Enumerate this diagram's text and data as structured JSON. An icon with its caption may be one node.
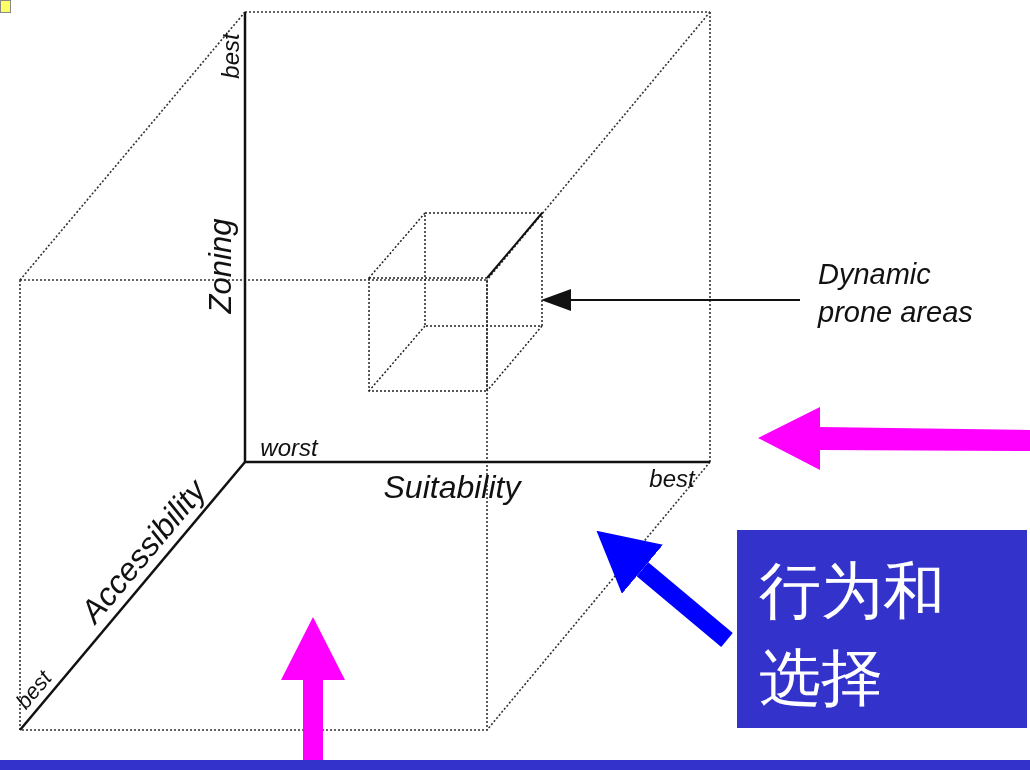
{
  "diagram": {
    "nodes": [
      {
        "text": [
          "Dynamic prone areas"
        ]
      },
      {
        "text": [],
        "shape": "box"
      },
      {
        "text": [
          "行为和选择"
        ]
      }
    ],
    "edges": [
      {
        "from": 0,
        "to": 1,
        "arrow": "to"
      },
      {
        "from": 2,
        "to": null,
        "arrow": "to",
        "style": "thick",
        "color": "#0000ff"
      }
    ],
    "labels": [
      "best",
      "Zoning",
      "worst",
      "Suitability",
      "best",
      "Accessibility",
      "best"
    ]
  }
}
